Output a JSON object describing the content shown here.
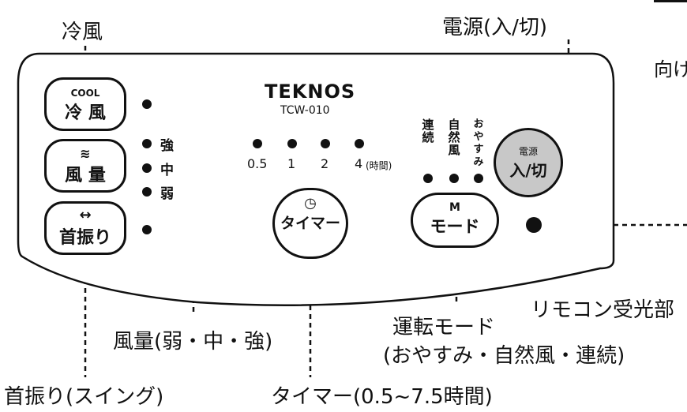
{
  "callouts": {
    "cool": "冷風",
    "power": "電源(入/切)",
    "direction_partial": "向け",
    "receiver": "リモコン受光部",
    "mode": "運転モード",
    "mode_sub": "(おやすみ・自然風・連続)",
    "volume": "風量(弱・中・強)",
    "swing": "首振り(スイング)",
    "timer": "タイマー(0.5~7.5時間)"
  },
  "brand": {
    "name": "TEKNOS",
    "model": "TCW-010"
  },
  "buttons": {
    "cool_top": "COOL",
    "cool_label": "冷 風",
    "volume_label": "風 量",
    "swing_label": "首振り",
    "timer_label": "タイマー",
    "mode_top": "M",
    "mode_label": "モード",
    "power_top": "電源",
    "power_label": "入/切"
  },
  "volume_levels": [
    "強",
    "中",
    "弱"
  ],
  "timer_levels": [
    "0.5",
    "1",
    "2",
    "4"
  ],
  "timer_unit": "(時間)",
  "mode_indicators": [
    "連続",
    "自然風",
    "おやすみ"
  ]
}
